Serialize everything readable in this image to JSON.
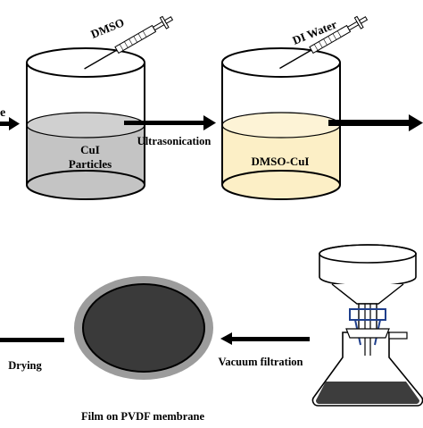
{
  "labels": {
    "cut_left": "e",
    "dmso_pipette": "DMSO",
    "di_water_pipette": "DI Water",
    "beaker1_line1": "CuI",
    "beaker1_line2": "Particles",
    "step_ultrasonication": "Ultrasonication",
    "beaker2_label": "DMSO-CuI",
    "step_drying": "Drying",
    "step_vacuum_filtration": "Vacuum filtration",
    "film_caption": "Film on PVDF membrane"
  },
  "colors": {
    "outline": "#000000",
    "cui_liquid": "#c4c4c4",
    "dmso_cui_liquid": "#fcefc6",
    "membrane_ring": "#9c9c9c",
    "film": "#3a3a3a",
    "flask_liquid": "#3d3d3d",
    "clamp": "#1f3f8c",
    "arrow": "#000000"
  }
}
